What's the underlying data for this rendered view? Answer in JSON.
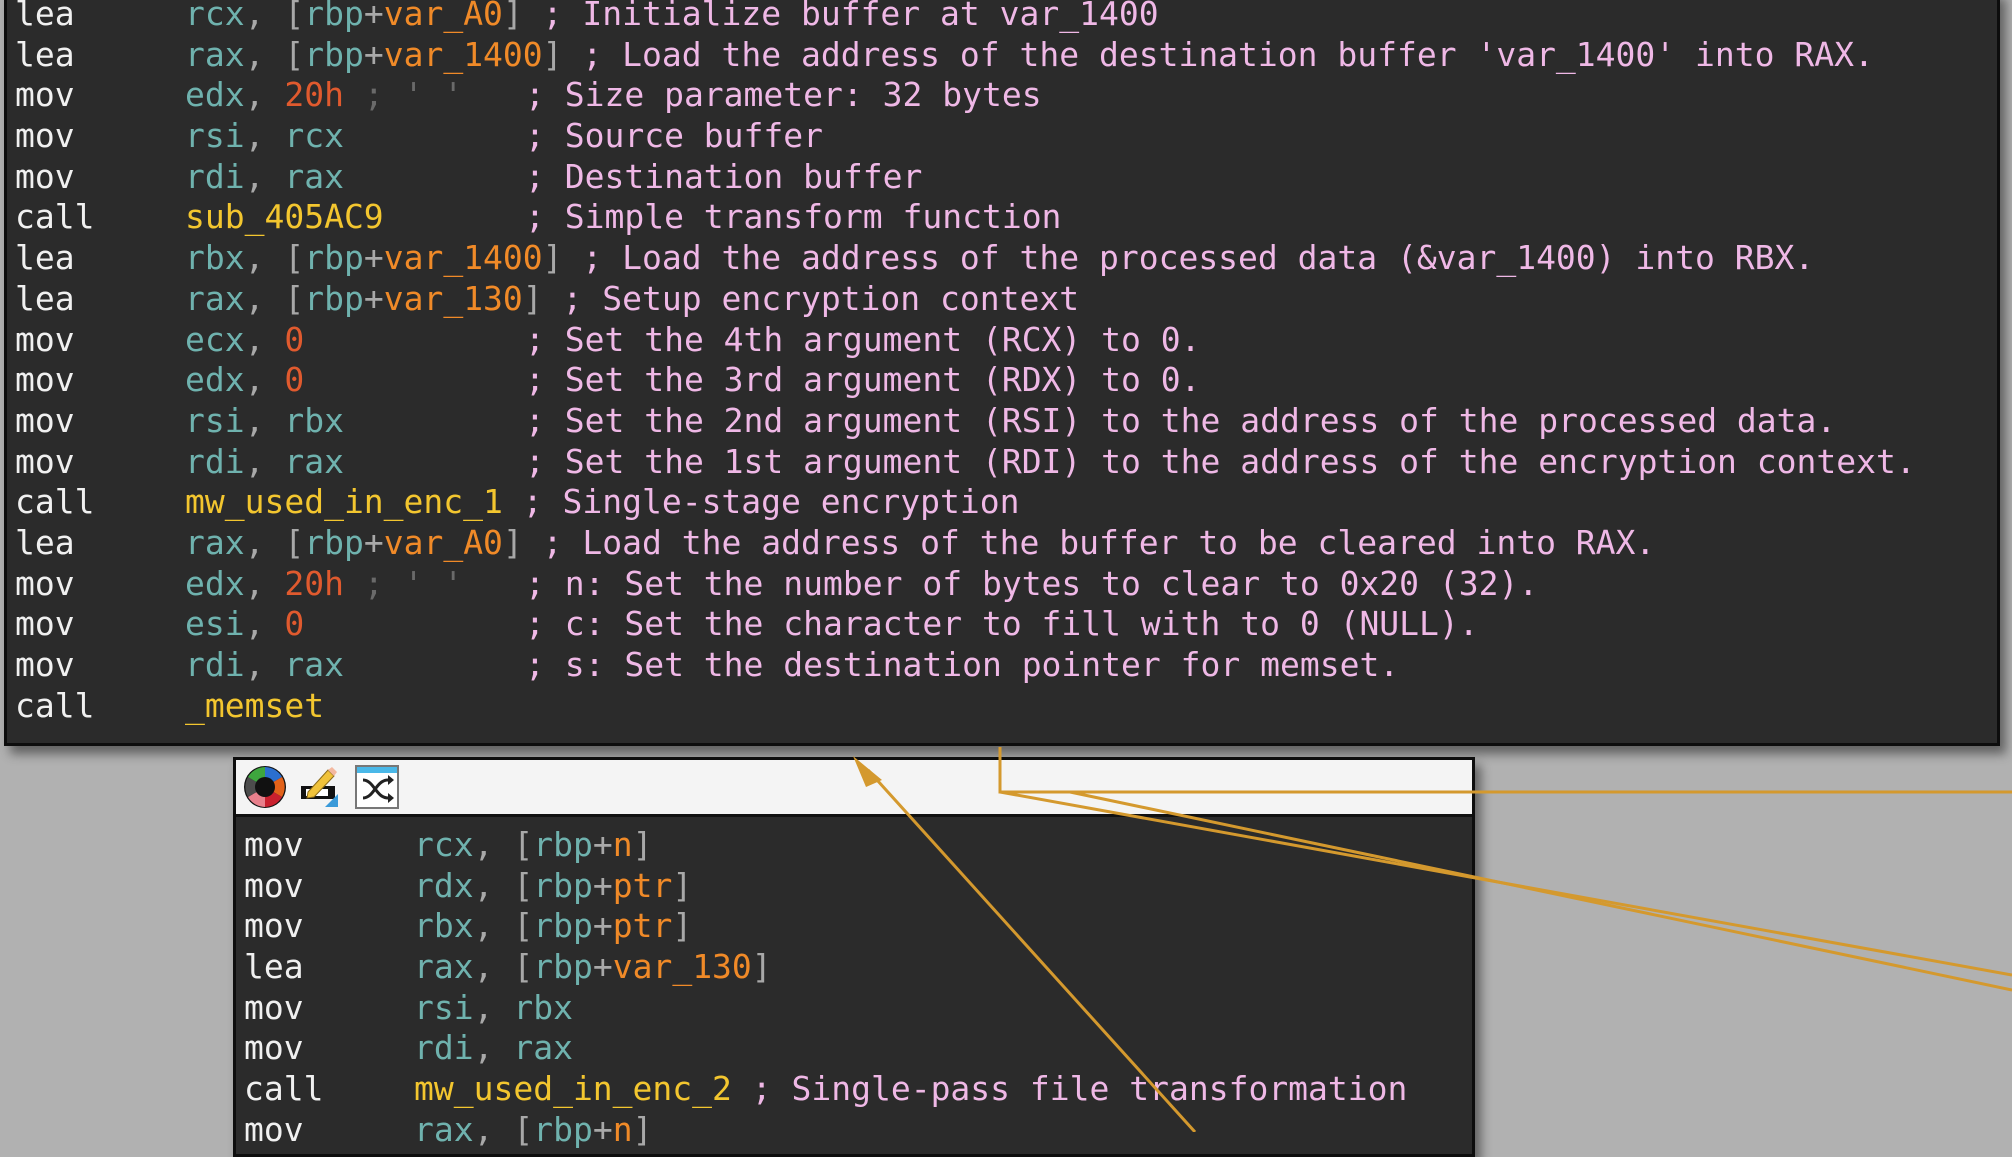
{
  "top_block": {
    "lines": [
      {
        "mnemonic": "lea",
        "operands": [
          {
            "t": "rcx",
            "c": "reg"
          },
          {
            "t": ", ",
            "c": "punc"
          },
          {
            "t": "[",
            "c": "punc"
          },
          {
            "t": "rbp",
            "c": "reg"
          },
          {
            "t": "+",
            "c": "punc"
          },
          {
            "t": "var_A0",
            "c": "var"
          },
          {
            "t": "]",
            "c": "punc"
          }
        ],
        "inline_comment": " ; Initialize buffer at var_1400",
        "aligned_comment": ""
      },
      {
        "mnemonic": "lea",
        "operands": [
          {
            "t": "rax",
            "c": "reg"
          },
          {
            "t": ", ",
            "c": "punc"
          },
          {
            "t": "[",
            "c": "punc"
          },
          {
            "t": "rbp",
            "c": "reg"
          },
          {
            "t": "+",
            "c": "punc"
          },
          {
            "t": "var_1400",
            "c": "var"
          },
          {
            "t": "]",
            "c": "punc"
          }
        ],
        "inline_comment": " ; Load the address of the destination buffer 'var_1400' into RAX.",
        "aligned_comment": ""
      },
      {
        "mnemonic": "mov",
        "operands": [
          {
            "t": "edx",
            "c": "reg"
          },
          {
            "t": ", ",
            "c": "punc"
          },
          {
            "t": "20h",
            "c": "num"
          },
          {
            "t": " ; ' '",
            "c": "dim"
          }
        ],
        "inline_comment": "",
        "aligned_comment": "; Size parameter: 32 bytes"
      },
      {
        "mnemonic": "mov",
        "operands": [
          {
            "t": "rsi",
            "c": "reg"
          },
          {
            "t": ", ",
            "c": "punc"
          },
          {
            "t": "rcx",
            "c": "reg"
          }
        ],
        "inline_comment": "",
        "aligned_comment": "; Source buffer"
      },
      {
        "mnemonic": "mov",
        "operands": [
          {
            "t": "rdi",
            "c": "reg"
          },
          {
            "t": ", ",
            "c": "punc"
          },
          {
            "t": "rax",
            "c": "reg"
          }
        ],
        "inline_comment": "",
        "aligned_comment": "; Destination buffer"
      },
      {
        "mnemonic": "call",
        "operands": [
          {
            "t": "sub_405AC9",
            "c": "sym"
          }
        ],
        "inline_comment": "",
        "aligned_comment": "; Simple transform function"
      },
      {
        "mnemonic": "lea",
        "operands": [
          {
            "t": "rbx",
            "c": "reg"
          },
          {
            "t": ", ",
            "c": "punc"
          },
          {
            "t": "[",
            "c": "punc"
          },
          {
            "t": "rbp",
            "c": "reg"
          },
          {
            "t": "+",
            "c": "punc"
          },
          {
            "t": "var_1400",
            "c": "var"
          },
          {
            "t": "]",
            "c": "punc"
          }
        ],
        "inline_comment": " ; Load the address of the processed data (&var_1400) into RBX.",
        "aligned_comment": ""
      },
      {
        "mnemonic": "lea",
        "operands": [
          {
            "t": "rax",
            "c": "reg"
          },
          {
            "t": ", ",
            "c": "punc"
          },
          {
            "t": "[",
            "c": "punc"
          },
          {
            "t": "rbp",
            "c": "reg"
          },
          {
            "t": "+",
            "c": "punc"
          },
          {
            "t": "var_130",
            "c": "var"
          },
          {
            "t": "]",
            "c": "punc"
          }
        ],
        "inline_comment": " ; Setup encryption context",
        "aligned_comment": ""
      },
      {
        "mnemonic": "mov",
        "operands": [
          {
            "t": "ecx",
            "c": "reg"
          },
          {
            "t": ", ",
            "c": "punc"
          },
          {
            "t": "0",
            "c": "num"
          }
        ],
        "inline_comment": "",
        "aligned_comment": "; Set the 4th argument (RCX) to 0."
      },
      {
        "mnemonic": "mov",
        "operands": [
          {
            "t": "edx",
            "c": "reg"
          },
          {
            "t": ", ",
            "c": "punc"
          },
          {
            "t": "0",
            "c": "num"
          }
        ],
        "inline_comment": "",
        "aligned_comment": "; Set the 3rd argument (RDX) to 0."
      },
      {
        "mnemonic": "mov",
        "operands": [
          {
            "t": "rsi",
            "c": "reg"
          },
          {
            "t": ", ",
            "c": "punc"
          },
          {
            "t": "rbx",
            "c": "reg"
          }
        ],
        "inline_comment": "",
        "aligned_comment": "; Set the 2nd argument (RSI) to the address of the processed data."
      },
      {
        "mnemonic": "mov",
        "operands": [
          {
            "t": "rdi",
            "c": "reg"
          },
          {
            "t": ", ",
            "c": "punc"
          },
          {
            "t": "rax",
            "c": "reg"
          }
        ],
        "inline_comment": "",
        "aligned_comment": "; Set the 1st argument (RDI) to the address of the encryption context."
      },
      {
        "mnemonic": "call",
        "operands": [
          {
            "t": "mw_used_in_enc_1",
            "c": "sym"
          }
        ],
        "inline_comment": " ; Single-stage encryption",
        "aligned_comment": ""
      },
      {
        "mnemonic": "lea",
        "operands": [
          {
            "t": "rax",
            "c": "reg"
          },
          {
            "t": ", ",
            "c": "punc"
          },
          {
            "t": "[",
            "c": "punc"
          },
          {
            "t": "rbp",
            "c": "reg"
          },
          {
            "t": "+",
            "c": "punc"
          },
          {
            "t": "var_A0",
            "c": "var"
          },
          {
            "t": "]",
            "c": "punc"
          }
        ],
        "inline_comment": " ; Load the address of the buffer to be cleared into RAX.",
        "aligned_comment": ""
      },
      {
        "mnemonic": "mov",
        "operands": [
          {
            "t": "edx",
            "c": "reg"
          },
          {
            "t": ", ",
            "c": "punc"
          },
          {
            "t": "20h",
            "c": "num"
          },
          {
            "t": " ; ' '",
            "c": "dim"
          }
        ],
        "inline_comment": "",
        "aligned_comment": "; n: Set the number of bytes to clear to 0x20 (32)."
      },
      {
        "mnemonic": "mov",
        "operands": [
          {
            "t": "esi",
            "c": "reg"
          },
          {
            "t": ", ",
            "c": "punc"
          },
          {
            "t": "0",
            "c": "num"
          }
        ],
        "inline_comment": "",
        "aligned_comment": "; c: Set the character to fill with to 0 (NULL)."
      },
      {
        "mnemonic": "mov",
        "operands": [
          {
            "t": "rdi",
            "c": "reg"
          },
          {
            "t": ", ",
            "c": "punc"
          },
          {
            "t": "rax",
            "c": "reg"
          }
        ],
        "inline_comment": "",
        "aligned_comment": "; s: Set the destination pointer for memset."
      },
      {
        "mnemonic": "call",
        "operands": [
          {
            "t": "_memset",
            "c": "sym"
          }
        ],
        "inline_comment": "",
        "aligned_comment": ""
      }
    ]
  },
  "bottom_block": {
    "header_icons": [
      "color-palette-icon",
      "edit-rename-icon",
      "graph-layout-shuffle-icon"
    ],
    "lines": [
      {
        "mnemonic": "mov",
        "operands": [
          {
            "t": "rcx",
            "c": "reg"
          },
          {
            "t": ", ",
            "c": "punc"
          },
          {
            "t": "[",
            "c": "punc"
          },
          {
            "t": "rbp",
            "c": "reg"
          },
          {
            "t": "+",
            "c": "punc"
          },
          {
            "t": "n",
            "c": "var"
          },
          {
            "t": "]",
            "c": "punc"
          }
        ],
        "inline_comment": ""
      },
      {
        "mnemonic": "mov",
        "operands": [
          {
            "t": "rdx",
            "c": "reg"
          },
          {
            "t": ", ",
            "c": "punc"
          },
          {
            "t": "[",
            "c": "punc"
          },
          {
            "t": "rbp",
            "c": "reg"
          },
          {
            "t": "+",
            "c": "punc"
          },
          {
            "t": "ptr",
            "c": "var"
          },
          {
            "t": "]",
            "c": "punc"
          }
        ],
        "inline_comment": ""
      },
      {
        "mnemonic": "mov",
        "operands": [
          {
            "t": "rbx",
            "c": "reg"
          },
          {
            "t": ", ",
            "c": "punc"
          },
          {
            "t": "[",
            "c": "punc"
          },
          {
            "t": "rbp",
            "c": "reg"
          },
          {
            "t": "+",
            "c": "punc"
          },
          {
            "t": "ptr",
            "c": "var"
          },
          {
            "t": "]",
            "c": "punc"
          }
        ],
        "inline_comment": ""
      },
      {
        "mnemonic": "lea",
        "operands": [
          {
            "t": "rax",
            "c": "reg"
          },
          {
            "t": ", ",
            "c": "punc"
          },
          {
            "t": "[",
            "c": "punc"
          },
          {
            "t": "rbp",
            "c": "reg"
          },
          {
            "t": "+",
            "c": "punc"
          },
          {
            "t": "var_130",
            "c": "var"
          },
          {
            "t": "]",
            "c": "punc"
          }
        ],
        "inline_comment": ""
      },
      {
        "mnemonic": "mov",
        "operands": [
          {
            "t": "rsi",
            "c": "reg"
          },
          {
            "t": ", ",
            "c": "punc"
          },
          {
            "t": "rbx",
            "c": "reg"
          }
        ],
        "inline_comment": ""
      },
      {
        "mnemonic": "mov",
        "operands": [
          {
            "t": "rdi",
            "c": "reg"
          },
          {
            "t": ", ",
            "c": "punc"
          },
          {
            "t": "rax",
            "c": "reg"
          }
        ],
        "inline_comment": ""
      },
      {
        "mnemonic": "call",
        "operands": [
          {
            "t": "mw_used_in_enc_2",
            "c": "sym"
          }
        ],
        "inline_comment": " ; Single-pass file transformation"
      },
      {
        "mnemonic": "mov",
        "operands": [
          {
            "t": "rax",
            "c": "reg"
          },
          {
            "t": ", ",
            "c": "punc"
          },
          {
            "t": "[",
            "c": "punc"
          },
          {
            "t": "rbp",
            "c": "reg"
          },
          {
            "t": "+",
            "c": "punc"
          },
          {
            "t": "n",
            "c": "var"
          },
          {
            "t": "]",
            "c": "punc"
          }
        ],
        "inline_comment": ""
      }
    ]
  },
  "colors": {
    "background": "#b1b1b1",
    "node_bg": "#2b2b2b",
    "mnemonic": "#f0f0f0",
    "register": "#6fb2ae",
    "variable": "#f08a28",
    "immediate": "#e05a2e",
    "symbol": "#f3c62f",
    "comment": "#efb8e6",
    "edge": "#d4992e"
  }
}
